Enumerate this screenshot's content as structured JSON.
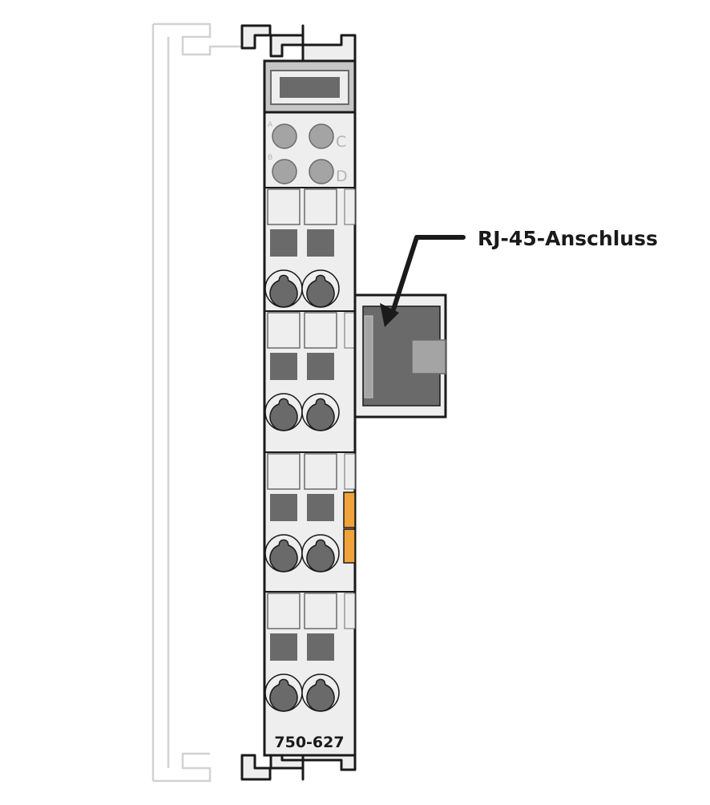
{
  "callout": {
    "label": "RJ-45-Anschluss"
  },
  "module": {
    "part_number": "750-627",
    "led_letters": [
      "A",
      "B",
      "C",
      "D"
    ]
  },
  "colors": {
    "outline": "#1a1a1a",
    "housing": "#eeeeee",
    "label_strip": "#c6c6c6",
    "led": "#a4a4a4",
    "dark_gray": "#6a6a6a",
    "led_letter": "#b4b4b4",
    "ghost_rail": "#d2d2d2",
    "jumper_orange": "#f2a23a"
  }
}
